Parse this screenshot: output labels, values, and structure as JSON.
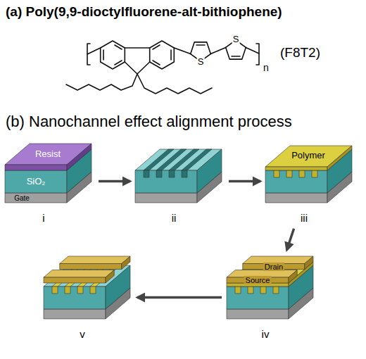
{
  "diagram": {
    "nodes": [
      {
        "text": [
          "Resist",
          "SiO₂",
          "Gate",
          "i"
        ]
      },
      {
        "text": [
          "ii"
        ]
      },
      {
        "text": [
          "Polymer",
          "iii"
        ]
      },
      {
        "text": [
          "Drain",
          "Source",
          "iv"
        ]
      },
      {
        "text": [
          "v"
        ]
      }
    ],
    "edges": [
      {
        "from": 0,
        "to": 1,
        "arrow": "to"
      },
      {
        "from": 1,
        "to": 2,
        "arrow": "to"
      },
      {
        "from": 2,
        "to": 3,
        "arrow": "to"
      },
      {
        "from": 3,
        "to": 4,
        "arrow": "to"
      }
    ],
    "labels": [
      "(a) Poly(9,9-dioctylfluorene-alt-bithiophene)",
      "S",
      "S",
      "n",
      "(F8T2)",
      "(b) Nanochannel effect alignment process"
    ]
  }
}
